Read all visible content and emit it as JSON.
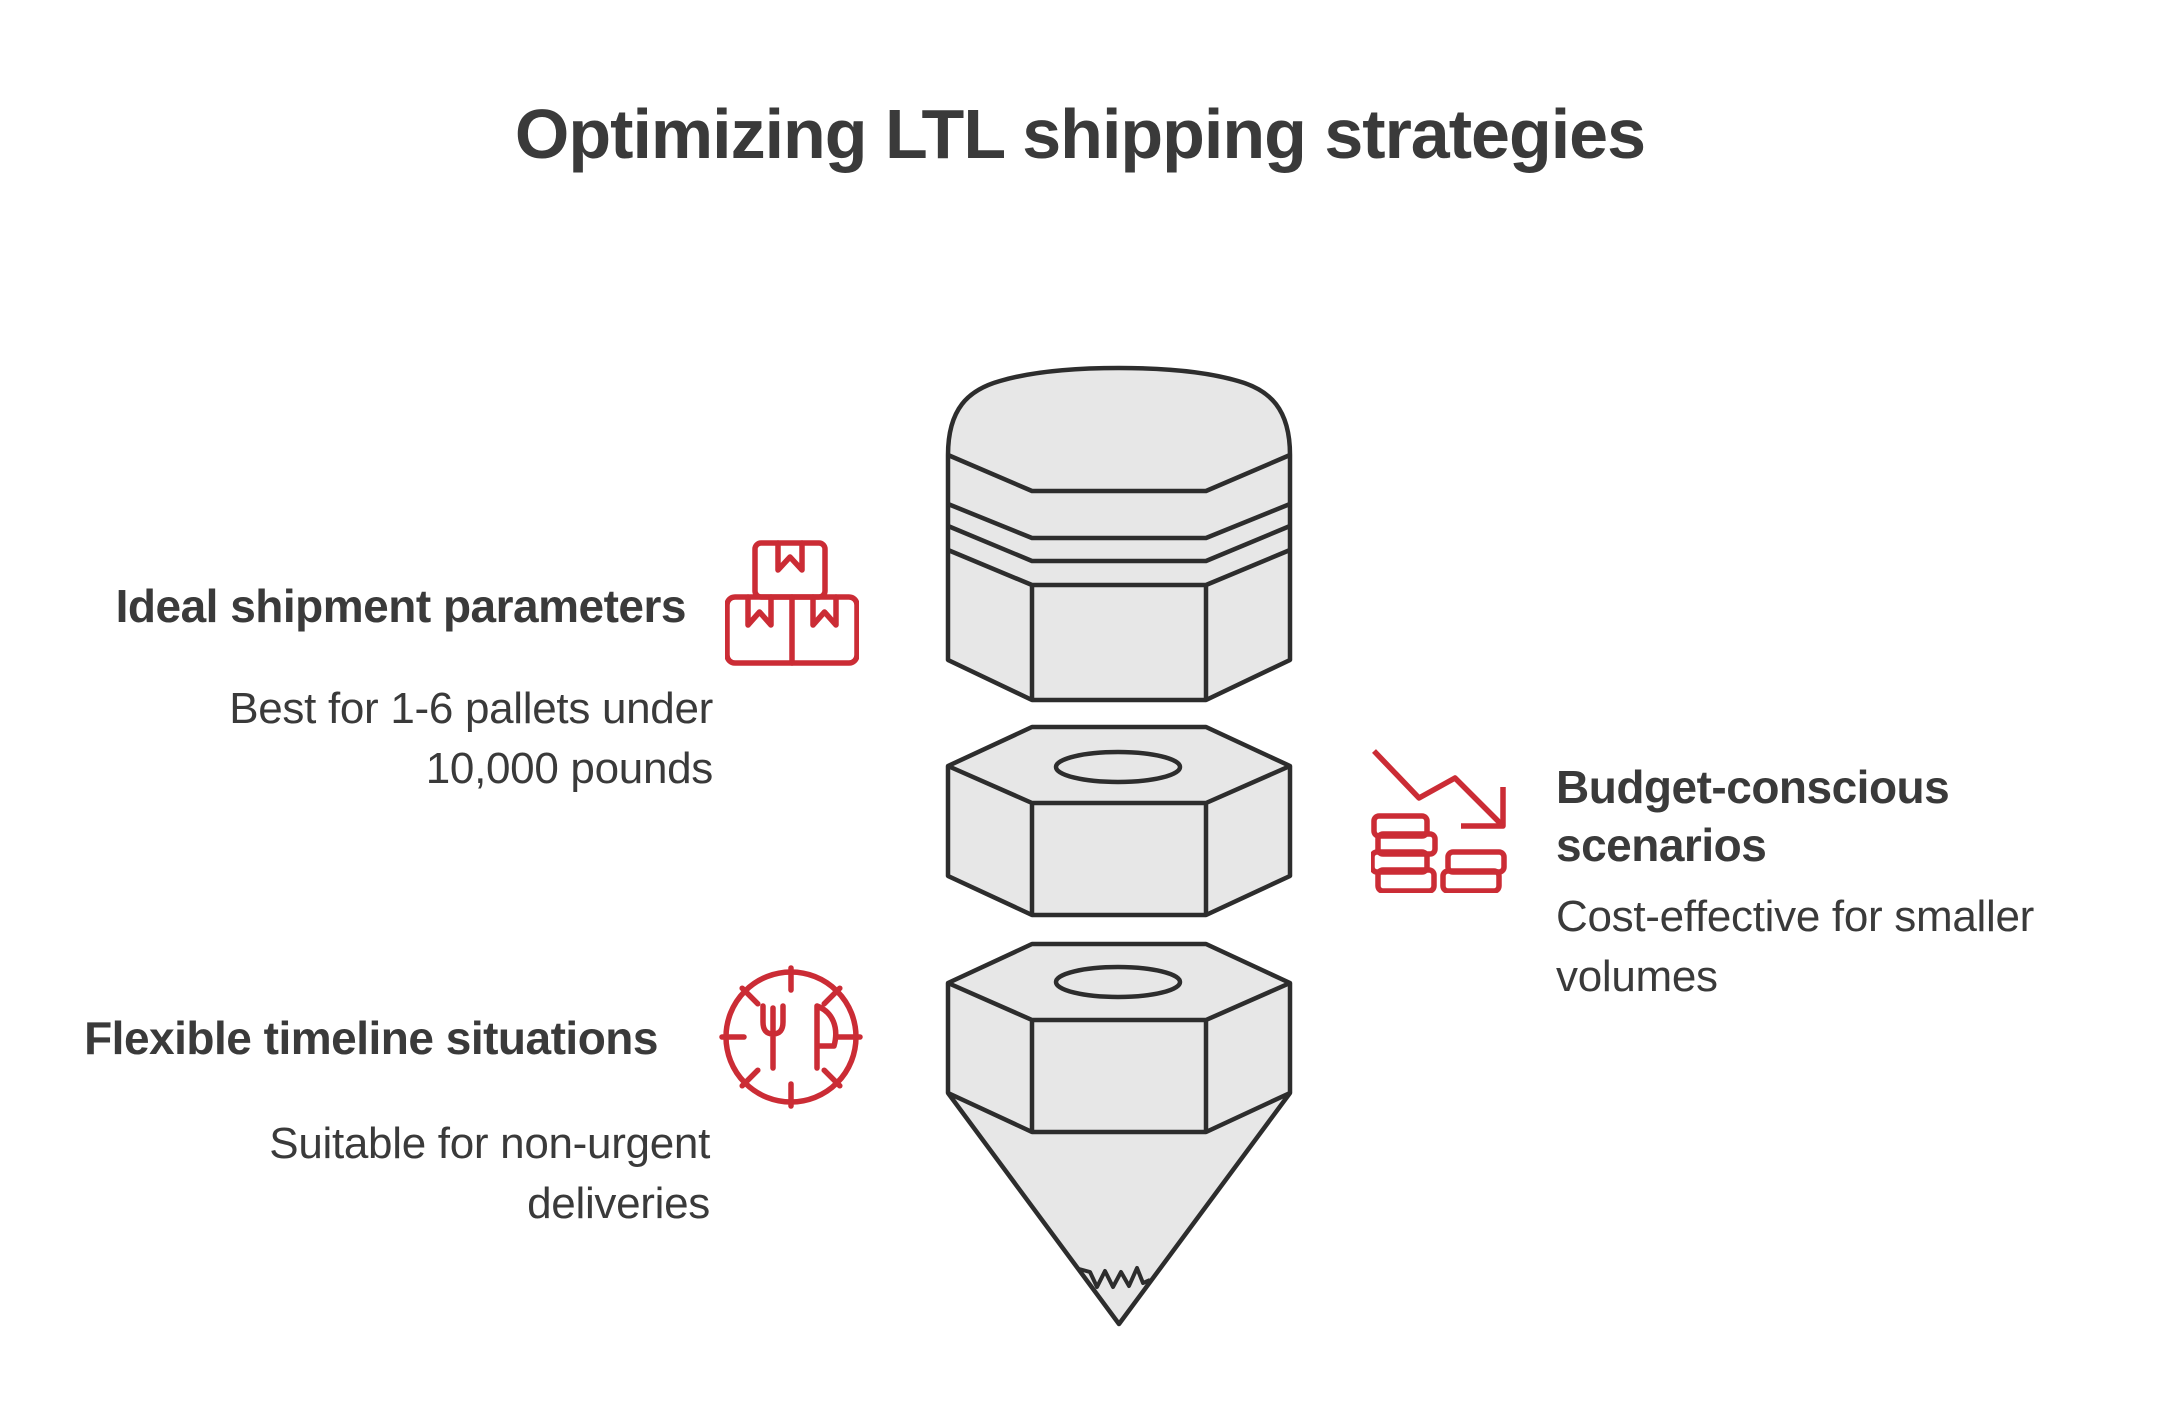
{
  "page": {
    "title": "Optimizing LTL shipping strategies"
  },
  "colors": {
    "background": "#ffffff",
    "accent_red": "#cb2c35",
    "text_dark": "#3a3a3a",
    "shape_fill": "#e7e7e7",
    "shape_stroke": "#2d2d2d"
  },
  "sections": [
    {
      "id": "ideal-shipment-parameters",
      "icon": "stacked-boxes-icon",
      "title_lines": [
        "Ideal shipment parameters"
      ],
      "subtitle_lines": [
        "Best for 1-6 pallets under",
        "10,000 pounds"
      ]
    },
    {
      "id": "budget-conscious-scenarios",
      "icon": "declining-cost-coins-icon",
      "title_lines": [
        "Budget-conscious",
        "scenarios"
      ],
      "subtitle_lines": [
        "Cost-effective for smaller",
        "volumes"
      ]
    },
    {
      "id": "flexible-timeline-situations",
      "icon": "clock-icon",
      "title_lines": [
        "Flexible timeline situations"
      ],
      "subtitle_lines": [
        "Suitable for non-urgent",
        "deliveries"
      ]
    }
  ],
  "illustration": {
    "name": "segmented-drill-bit",
    "segments": [
      "rounded-cap",
      "hex-nut",
      "hex-nut-with-cone-tip"
    ]
  }
}
